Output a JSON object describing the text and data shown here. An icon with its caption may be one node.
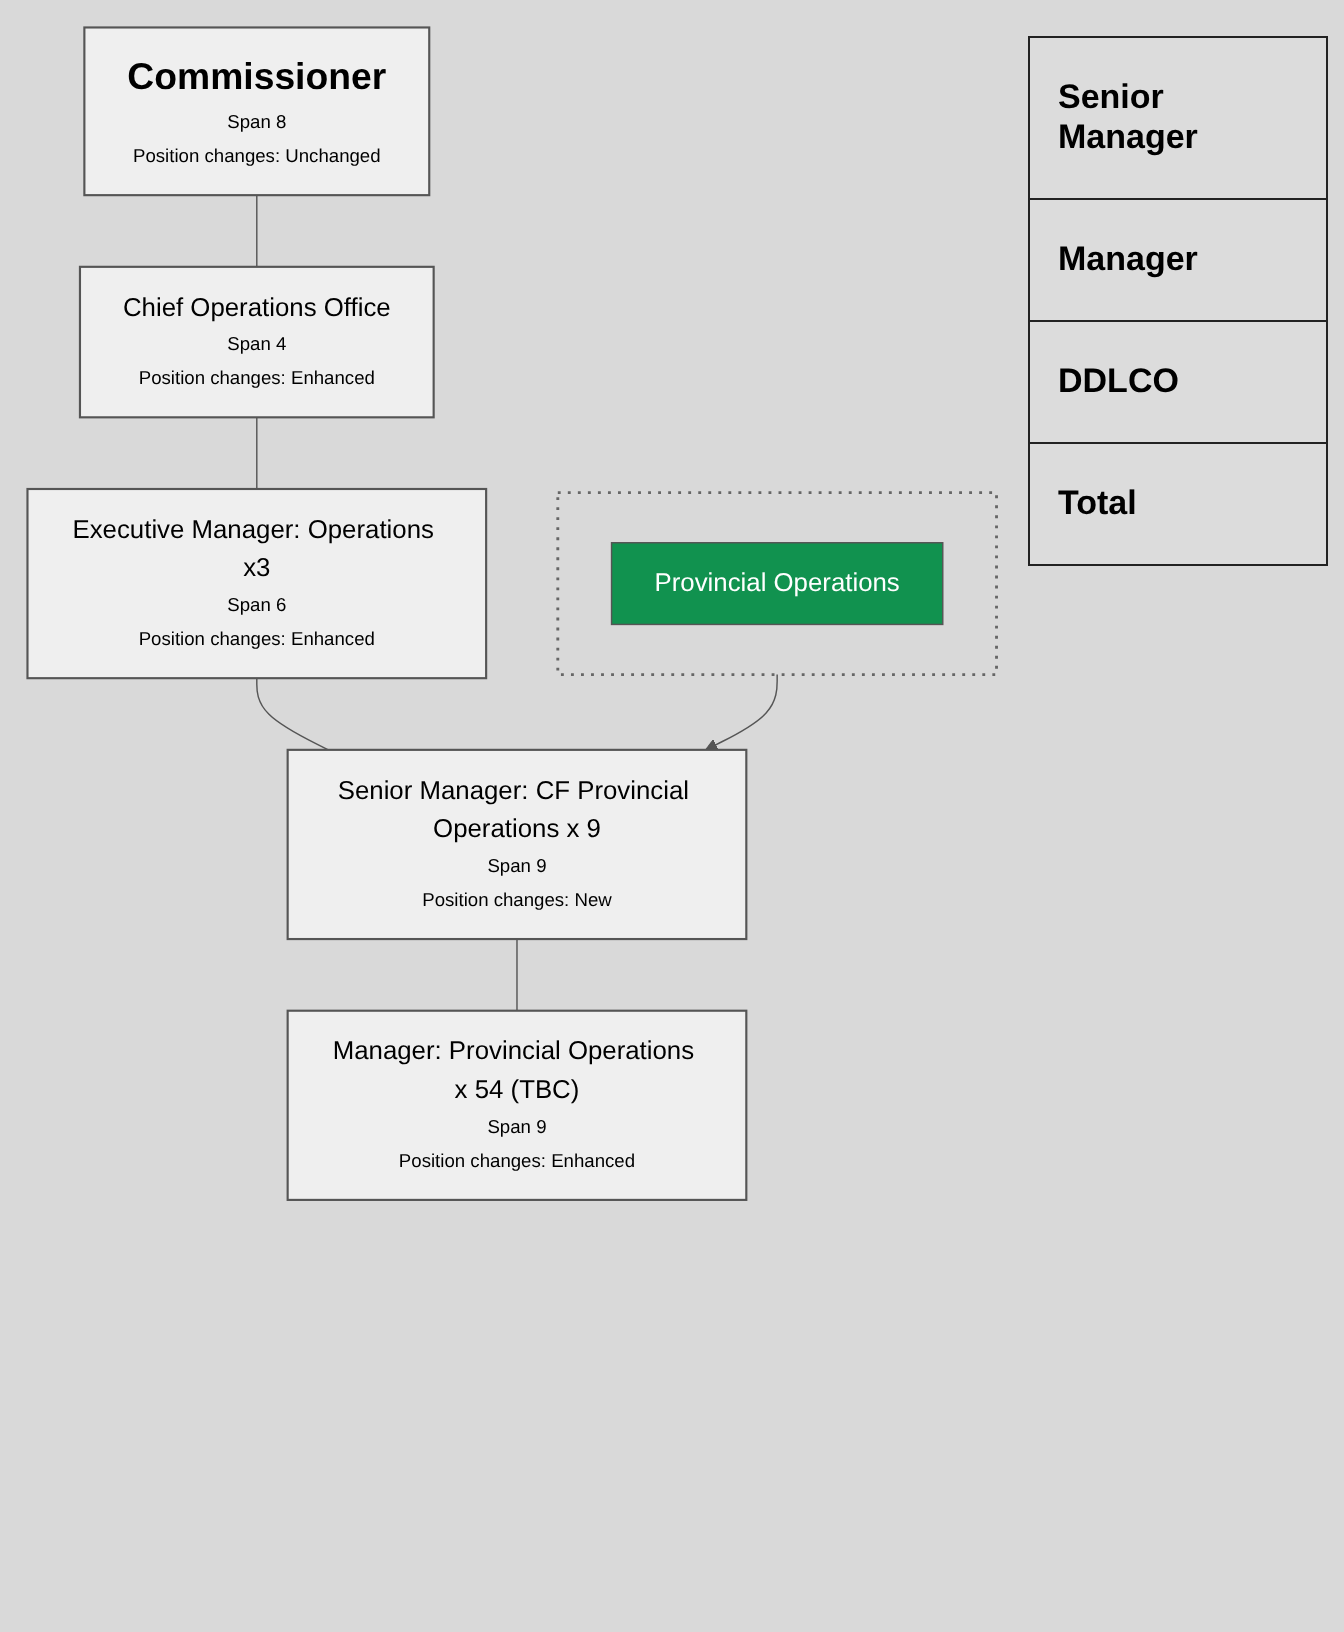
{
  "diagram": {
    "nodes": [
      {
        "text": [
          "Commissioner",
          "Span 8",
          "Position changes: Unchanged"
        ]
      },
      {
        "text": [
          "Chief Operations Office",
          "Span 4",
          "Position changes: Enhanced"
        ]
      },
      {
        "text": [
          "Executive Manager: Operations x3",
          "Span 6",
          "Position changes: Enhanced"
        ]
      },
      {
        "text": [],
        "shape": "box"
      },
      {
        "text": [
          "Provincial Operations"
        ],
        "in": 3
      },
      {
        "text": [
          "Senior Manager: CF Provincial Operations x 9",
          "Span 9",
          "Position changes: New"
        ]
      },
      {
        "text": [
          "Manager: Provincial Operations x 54 (TBC)",
          "Span 9",
          "Position changes: Enhanced"
        ]
      }
    ],
    "edges": [
      {
        "from": 0,
        "to": 1,
        "arrow": "none"
      },
      {
        "from": 1,
        "to": 2,
        "arrow": "none"
      },
      {
        "from": 2,
        "to": 5,
        "arrow": "none"
      },
      {
        "from": 3,
        "to": 5,
        "arrow": "to"
      },
      {
        "from": 5,
        "to": 6,
        "arrow": "none"
      }
    ],
    "labels": [
      "Senior Manager",
      "Manager",
      "DDLCO",
      "Total"
    ]
  }
}
